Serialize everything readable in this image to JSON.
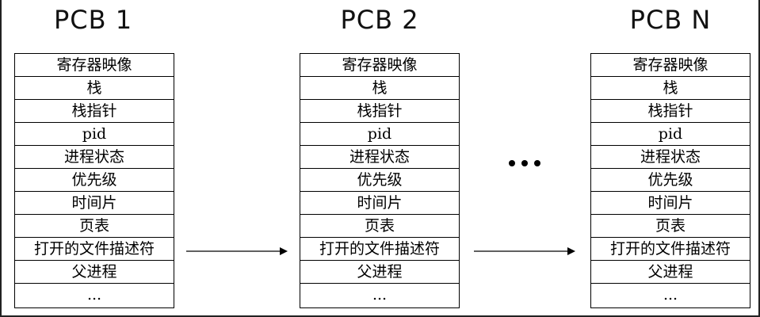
{
  "diagram": {
    "blocks": [
      {
        "title": "PCB 1",
        "rows": [
          "寄存器映像",
          "栈",
          "栈指针",
          "pid",
          "进程状态",
          "优先级",
          "时间片",
          "页表",
          "打开的文件描述符",
          "父进程",
          "..."
        ]
      },
      {
        "title": "PCB 2",
        "rows": [
          "寄存器映像",
          "栈",
          "栈指针",
          "pid",
          "进程状态",
          "优先级",
          "时间片",
          "页表",
          "打开的文件描述符",
          "父进程",
          "..."
        ]
      },
      {
        "title": "PCB N",
        "rows": [
          "寄存器映像",
          "栈",
          "栈指针",
          "pid",
          "进程状态",
          "优先级",
          "时间片",
          "页表",
          "打开的文件描述符",
          "父进程",
          "..."
        ]
      }
    ],
    "arrow_icon": "arrow-right-icon",
    "ellipsis_icon": "ellipsis-icon",
    "colors": {
      "line": "#000000",
      "background": "#ffffff",
      "text": "#111111"
    }
  }
}
